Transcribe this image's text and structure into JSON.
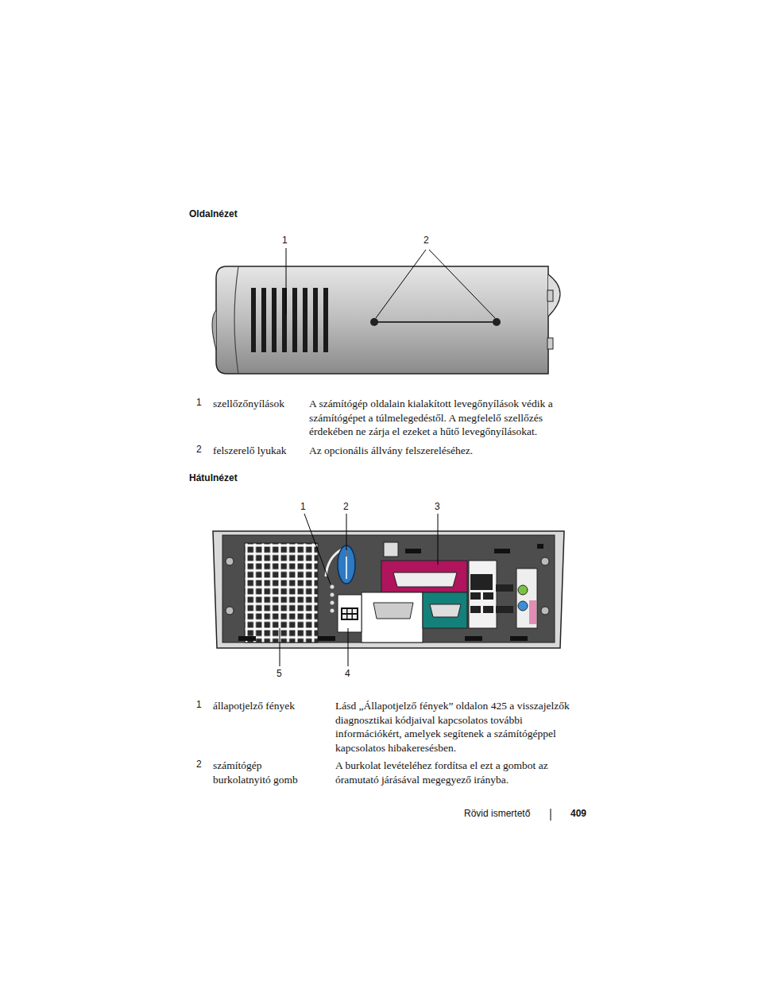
{
  "diagram": {
    "labels": [
      "Oldalnézet",
      "1",
      "2",
      "1",
      "szellőzőnyílások",
      "A számítógép oldalain kialakított levegőnyílások védik a számítógépet a túlmelegedéstől. A megfelelő szellőzés érdekében ne zárja el ezeket a hűtő levegőnyílásokat.",
      "2",
      "felszerelő lyukak",
      "Az opcionális állvány felszereléséhez.",
      "Hátulnézet",
      "1",
      "2",
      "3",
      "5",
      "4",
      "1",
      "állapotjelző fények",
      "Lásd „Állapotjelző fények” oldalon 425 a visszajelzők diagnosztikai kódjaival kapcsolatos további információkért, amelyek segítenek a számítógéppel kapcsolatos hibakeresésben.",
      "2",
      "számítógép burkolatnyitó gomb",
      "A burkolat levételéhez fordítsa el ezt a gombot az óramutató járásával megegyező irányba.",
      "Rövid ismertető",
      "409"
    ]
  }
}
